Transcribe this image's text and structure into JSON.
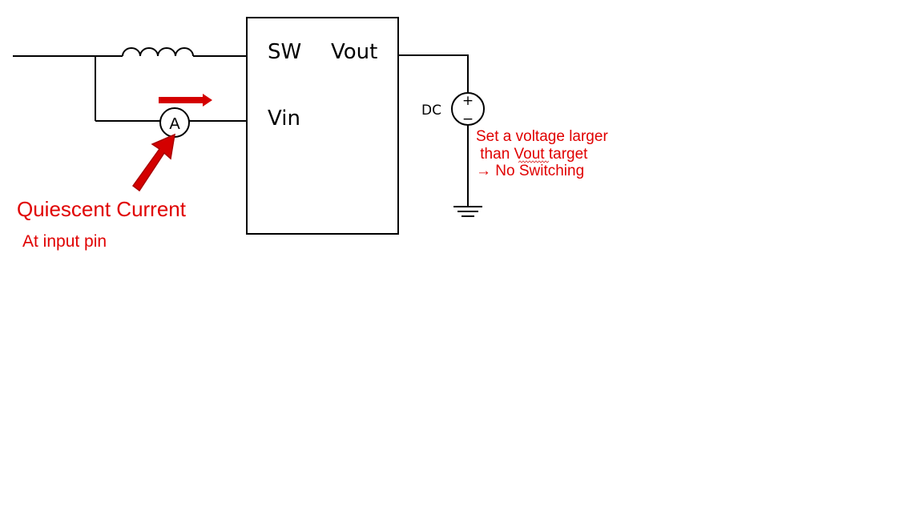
{
  "ic": {
    "pin_sw": "SW",
    "pin_vout": "Vout",
    "pin_vin": "Vin"
  },
  "ammeter": {
    "label": "A"
  },
  "source": {
    "label": "DC",
    "plus": "+",
    "minus": "−"
  },
  "annotations": {
    "quiescent_title": "Quiescent Current",
    "quiescent_sub": "At input pin",
    "note_line1": "Set a voltage larger",
    "note_line2_prefix": " than ",
    "note_line2_word": "Vout",
    "note_line2_suffix": " target",
    "note_line3": "→ No Switching"
  },
  "colors": {
    "accent_red": "#e00000",
    "arrow_red": "#d40000",
    "arrow_dark": "#a80000",
    "squiggle_red": "#e05050"
  }
}
